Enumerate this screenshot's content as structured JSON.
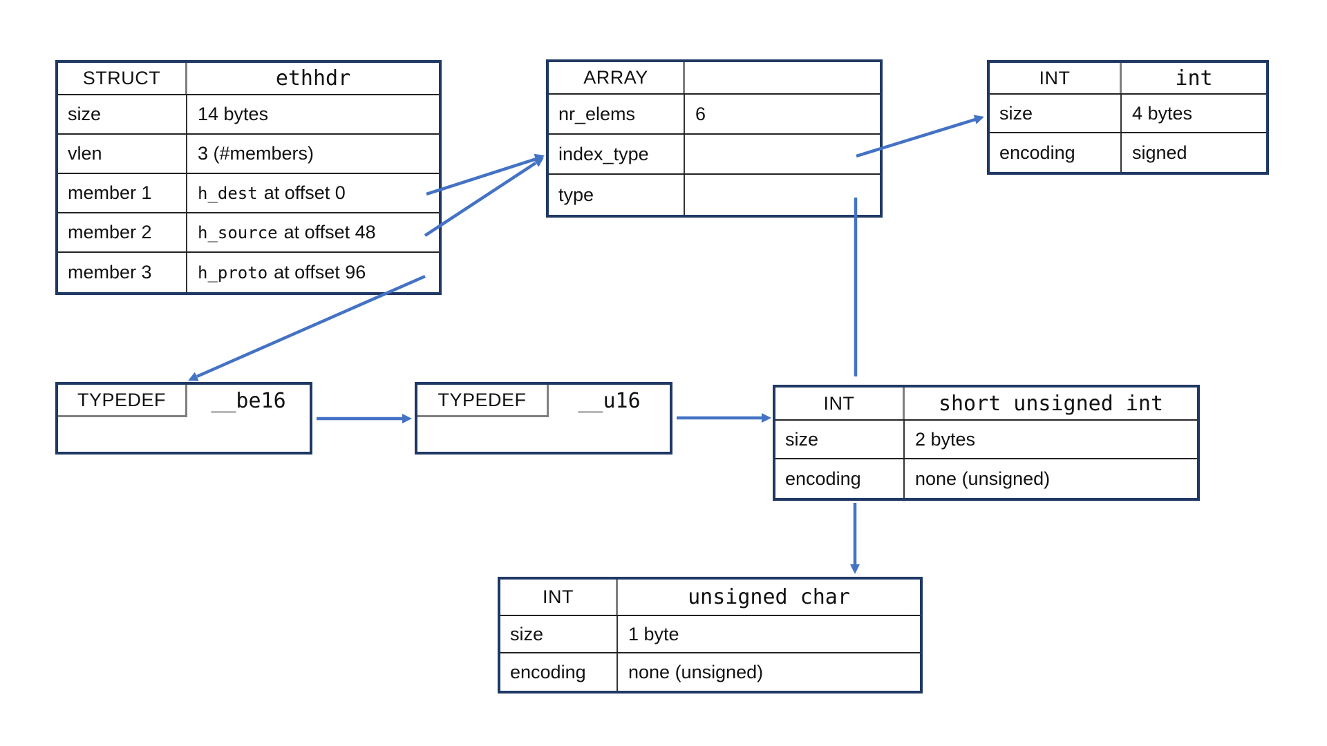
{
  "diagram": {
    "description": "BTF type graph for struct ethhdr",
    "arrow_color": "#4472c4",
    "border_color": "#1f3864",
    "divider_color": "#7f7f7f"
  },
  "tables": {
    "struct_ethhdr": {
      "kind": "STRUCT",
      "title": "ethhdr",
      "rows": [
        {
          "label": "size",
          "mono": "",
          "text": "14 bytes"
        },
        {
          "label": "vlen",
          "mono": "",
          "text": "3 (#members)"
        },
        {
          "label": "member 1",
          "mono": "h_dest",
          "text": "at offset 0"
        },
        {
          "label": "member 2",
          "mono": "h_source",
          "text": "at offset 48"
        },
        {
          "label": "member 3",
          "mono": "h_proto",
          "text": "at offset 96"
        }
      ]
    },
    "array": {
      "kind": "ARRAY",
      "title": "",
      "rows": [
        {
          "label": "nr_elems",
          "text": "6"
        },
        {
          "label": "index_type",
          "text": ""
        },
        {
          "label": "type",
          "text": ""
        }
      ]
    },
    "int_int": {
      "kind": "INT",
      "title": "int",
      "rows": [
        {
          "label": "size",
          "text": "4 bytes"
        },
        {
          "label": "encoding",
          "text": "signed"
        }
      ]
    },
    "typedef_be16": {
      "kind": "TYPEDEF",
      "title": "__be16"
    },
    "typedef_u16": {
      "kind": "TYPEDEF",
      "title": "__u16"
    },
    "int_short": {
      "kind": "INT",
      "title": "short unsigned int",
      "rows": [
        {
          "label": "size",
          "text": "2 bytes"
        },
        {
          "label": "encoding",
          "text": "none (unsigned)"
        }
      ]
    },
    "int_uchar": {
      "kind": "INT",
      "title": "unsigned char",
      "rows": [
        {
          "label": "size",
          "text": "1 byte"
        },
        {
          "label": "encoding",
          "text": "none (unsigned)"
        }
      ]
    }
  },
  "connections": [
    {
      "from": "struct_ethhdr.member 1",
      "to": "array"
    },
    {
      "from": "struct_ethhdr.member 2",
      "to": "array"
    },
    {
      "from": "struct_ethhdr.member 3",
      "to": "typedef_be16"
    },
    {
      "from": "array.index_type",
      "to": "int_int"
    },
    {
      "from": "array.type",
      "to": "int_short"
    },
    {
      "from": "typedef_be16",
      "to": "typedef_u16"
    },
    {
      "from": "typedef_u16",
      "to": "int_short"
    },
    {
      "from": "int_short",
      "to": "int_uchar"
    }
  ]
}
